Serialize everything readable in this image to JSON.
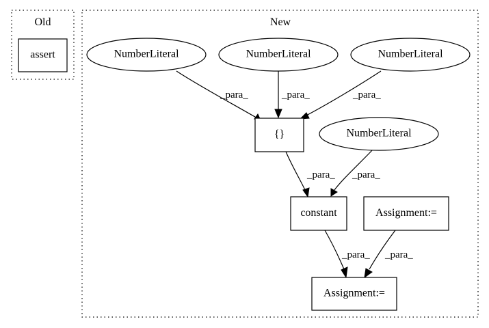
{
  "clusters": {
    "old": {
      "label": "Old"
    },
    "new": {
      "label": "New"
    }
  },
  "nodes": {
    "assert": {
      "label": "assert",
      "shape": "box"
    },
    "num1": {
      "label": "NumberLiteral",
      "shape": "ellipse"
    },
    "num2": {
      "label": "NumberLiteral",
      "shape": "ellipse"
    },
    "num3": {
      "label": "NumberLiteral",
      "shape": "ellipse"
    },
    "braces": {
      "label": "{}",
      "shape": "box"
    },
    "num4": {
      "label": "NumberLiteral",
      "shape": "ellipse"
    },
    "constant": {
      "label": "constant",
      "shape": "box"
    },
    "assign_src": {
      "label": "Assignment:=",
      "shape": "box"
    },
    "assign_dst": {
      "label": "Assignment:=",
      "shape": "box"
    }
  },
  "edges": [
    {
      "from": "NumberLiteral",
      "to": "{}",
      "label": "_para_"
    },
    {
      "from": "NumberLiteral",
      "to": "{}",
      "label": "_para_"
    },
    {
      "from": "NumberLiteral",
      "to": "{}",
      "label": "_para_"
    },
    {
      "from": "{}",
      "to": "constant",
      "label": "_para_"
    },
    {
      "from": "NumberLiteral",
      "to": "constant",
      "label": "_para_"
    },
    {
      "from": "constant",
      "to": "Assignment:=",
      "label": "_para_"
    },
    {
      "from": "Assignment:=",
      "to": "Assignment:=",
      "label": "_para_"
    }
  ]
}
